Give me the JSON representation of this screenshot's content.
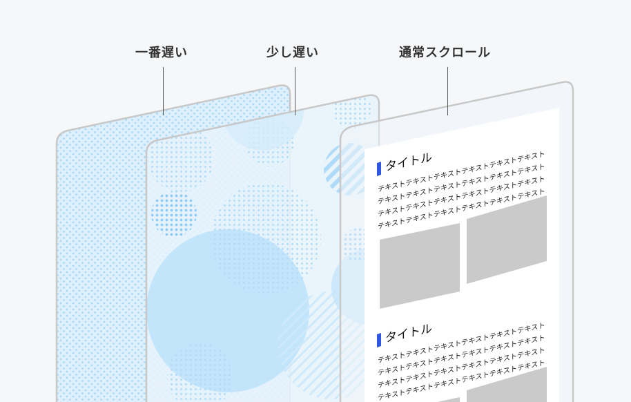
{
  "diagram": {
    "labels": {
      "slowest": "一番遅い",
      "slightly_slow": "少し遅い",
      "normal": "通常スクロール"
    },
    "content_panel": {
      "sections": [
        {
          "title": "タイトル",
          "text_lines": [
            "テキストテキストテキストテキストテキストテキスト",
            "テキストテキストテキストテキストテキストテキスト",
            "テキストテキストテキストテキストテキストテキスト",
            "テキストテキストテキストテキストテキストテキスト"
          ]
        },
        {
          "title": "タイトル",
          "text_lines": [
            "テキストテキストテキストテキストテキストテキスト",
            "テキストテキストテキストテキストテキストテキスト",
            "テキストテキストテキストテキストテキストテキスト",
            "テキストテキストテキストテキストテキストテキスト"
          ]
        }
      ]
    },
    "colors": {
      "background": "#f6f7f9",
      "panel_border": "#c8c8c8",
      "accent": "#2f57e0",
      "circle_blue": "#bfe3fb",
      "dot_blue": "#8dcaf5",
      "image_placeholder": "#cacaca",
      "label_text": "#333333"
    }
  }
}
